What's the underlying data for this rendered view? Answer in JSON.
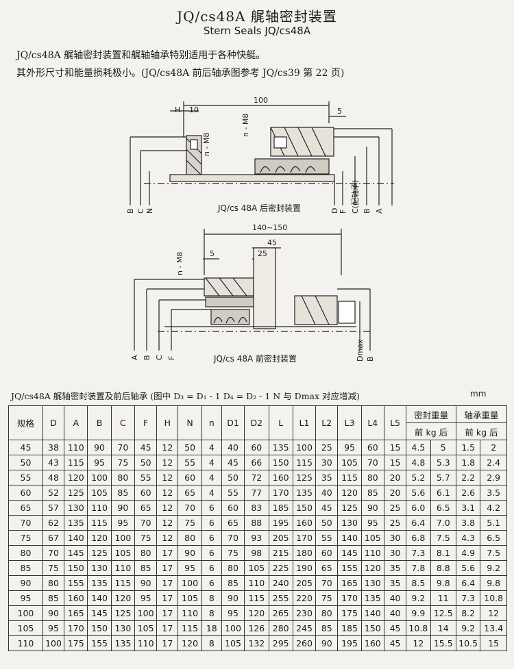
{
  "header": {
    "title": "JQ/cs48A 艉轴密封装置",
    "subtitle": "Stern Seals JQ/cs48A",
    "intro_line1": "JQ/cs48A 艉轴密封装置和艉轴轴承特别适用于各种快艇。",
    "intro_line2": "其外形尺寸和能量损耗极小。(JQ/cs48A 前后轴承图参考 JQ/cs39 第 22 页)"
  },
  "rear_diagram": {
    "caption": "JQ/cs 48A 后密封装置",
    "dims": {
      "overall": "100",
      "h": "H",
      "ten": "10",
      "five": "5",
      "bolt_left": "n - M8",
      "bolt_right": "n - M8"
    },
    "left_labels": [
      "B",
      "C",
      "N"
    ],
    "right_labels": [
      "D",
      "F",
      "C(配轴承)",
      "B",
      "A"
    ]
  },
  "front_diagram": {
    "caption": "JQ/cs 48A 前密封装置",
    "dims": {
      "overall": "140~150",
      "d45": "45",
      "d25": "25",
      "five": "5",
      "bolt": "n - M8"
    },
    "left_labels": [
      "A",
      "B",
      "C",
      "F"
    ],
    "right_labels": [
      "Dmax",
      "B"
    ]
  },
  "table_note": "JQ/cs48A 艉轴密封装置及前后轴承    (图中 D₃ = D₁ - 1    D₄ = D₂ - 1    N 与 Dmax 对应增减)",
  "unit": "mm",
  "table": {
    "headers": [
      "规格",
      "D",
      "A",
      "B",
      "C",
      "F",
      "H",
      "N",
      "n",
      "D1",
      "D2",
      "L",
      "L1",
      "L2",
      "L3",
      "L4",
      "L5"
    ],
    "seal_weight": "密封重量",
    "bearing_weight": "轴承重量",
    "sub_header": "前 kg 后",
    "rows": [
      [
        "45",
        "38",
        "110",
        "90",
        "70",
        "45",
        "12",
        "50",
        "4",
        "40",
        "60",
        "135",
        "100",
        "25",
        "95",
        "60",
        "15",
        "4.5",
        "5",
        "1.5",
        "2"
      ],
      [
        "50",
        "43",
        "115",
        "95",
        "75",
        "50",
        "12",
        "55",
        "4",
        "45",
        "66",
        "150",
        "115",
        "30",
        "105",
        "70",
        "15",
        "4.8",
        "5.3",
        "1.8",
        "2.4"
      ],
      [
        "55",
        "48",
        "120",
        "100",
        "80",
        "55",
        "12",
        "60",
        "4",
        "50",
        "72",
        "160",
        "125",
        "35",
        "115",
        "80",
        "20",
        "5.2",
        "5.7",
        "2.2",
        "2.9"
      ],
      [
        "60",
        "52",
        "125",
        "105",
        "85",
        "60",
        "12",
        "65",
        "4",
        "55",
        "77",
        "170",
        "135",
        "40",
        "120",
        "85",
        "20",
        "5.6",
        "6.1",
        "2.6",
        "3.5"
      ],
      [
        "65",
        "57",
        "130",
        "110",
        "90",
        "65",
        "12",
        "70",
        "6",
        "60",
        "83",
        "185",
        "150",
        "45",
        "125",
        "90",
        "25",
        "6.0",
        "6.5",
        "3.1",
        "4.2"
      ],
      [
        "70",
        "62",
        "135",
        "115",
        "95",
        "70",
        "12",
        "75",
        "6",
        "65",
        "88",
        "195",
        "160",
        "50",
        "130",
        "95",
        "25",
        "6.4",
        "7.0",
        "3.8",
        "5.1"
      ],
      [
        "75",
        "67",
        "140",
        "120",
        "100",
        "75",
        "12",
        "80",
        "6",
        "70",
        "93",
        "205",
        "170",
        "55",
        "140",
        "105",
        "30",
        "6.8",
        "7.5",
        "4.3",
        "6.5"
      ],
      [
        "80",
        "70",
        "145",
        "125",
        "105",
        "80",
        "17",
        "90",
        "6",
        "75",
        "98",
        "215",
        "180",
        "60",
        "145",
        "110",
        "30",
        "7.3",
        "8.1",
        "4.9",
        "7.5"
      ],
      [
        "85",
        "75",
        "150",
        "130",
        "110",
        "85",
        "17",
        "95",
        "6",
        "80",
        "105",
        "225",
        "190",
        "65",
        "155",
        "120",
        "35",
        "7.8",
        "8.8",
        "5.6",
        "9.2"
      ],
      [
        "90",
        "80",
        "155",
        "135",
        "115",
        "90",
        "17",
        "100",
        "6",
        "85",
        "110",
        "240",
        "205",
        "70",
        "165",
        "130",
        "35",
        "8.5",
        "9.8",
        "6.4",
        "9.8"
      ],
      [
        "95",
        "85",
        "160",
        "140",
        "120",
        "95",
        "17",
        "105",
        "8",
        "90",
        "115",
        "255",
        "220",
        "75",
        "170",
        "135",
        "40",
        "9.2",
        "11",
        "7.3",
        "10.8"
      ],
      [
        "100",
        "90",
        "165",
        "145",
        "125",
        "100",
        "17",
        "110",
        "8",
        "95",
        "120",
        "265",
        "230",
        "80",
        "175",
        "140",
        "40",
        "9.9",
        "12.5",
        "8.2",
        "12"
      ],
      [
        "105",
        "95",
        "170",
        "150",
        "130",
        "105",
        "17",
        "115",
        "18",
        "100",
        "126",
        "280",
        "245",
        "85",
        "185",
        "150",
        "45",
        "10.8",
        "14",
        "9.2",
        "13.4"
      ],
      [
        "110",
        "100",
        "175",
        "155",
        "135",
        "110",
        "17",
        "120",
        "8",
        "105",
        "132",
        "295",
        "260",
        "90",
        "195",
        "160",
        "45",
        "12",
        "15.5",
        "10.5",
        "15"
      ]
    ]
  }
}
